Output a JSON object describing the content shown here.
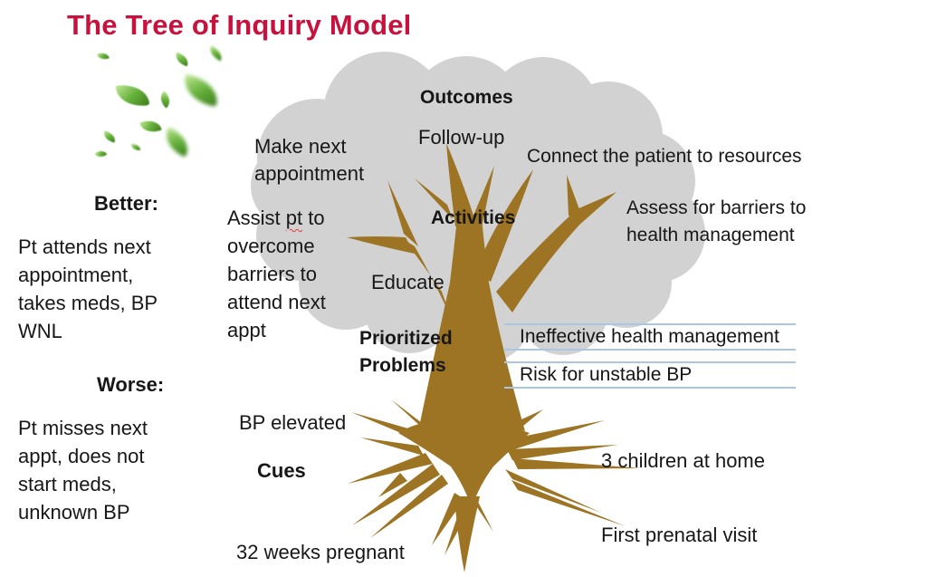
{
  "title": "The Tree of Inquiry Model",
  "colors": {
    "title_accent": "#C8113C",
    "canopy_gray": "#D2D2D2",
    "trunk_brown": "#9C7423",
    "ruled_line_blue": "#A9C7E4",
    "leaf_green": "#66B23C",
    "text": "#171717"
  },
  "side_panel": {
    "better_heading": "Better:",
    "better_lines": [
      "Pt attends next",
      "appointment,",
      "takes meds, BP",
      "WNL"
    ],
    "worse_heading": "Worse:",
    "worse_lines": [
      "Pt misses next",
      "appt, does not",
      "start meds,",
      "unknown BP"
    ]
  },
  "tree": {
    "outcomes_heading": "Outcomes",
    "outcomes_items": {
      "follow_up": "Follow-up",
      "make_next_lines": [
        "Make next",
        "appointment"
      ],
      "connect": "Connect the patient to resources"
    },
    "activities_heading": "Activities",
    "activities_items": {
      "assist_seg_pre": "Assist ",
      "assist_seg_misspelled": "pt",
      "assist_seg_post": " to",
      "assist_rest_lines": [
        "overcome",
        "barriers to",
        "attend next",
        "appt"
      ],
      "educate": "Educate",
      "assess_lines": [
        "Assess for barriers to",
        "health management"
      ]
    },
    "prioritized_heading_lines": [
      "Prioritized",
      "Problems"
    ],
    "prioritized_items": [
      "Ineffective health management",
      "Risk for unstable BP"
    ],
    "cues_heading": "Cues",
    "cues_items": {
      "bp_elevated": "BP elevated",
      "children": "3 children at home",
      "prenatal": "First prenatal visit",
      "weeks": "32 weeks pregnant"
    }
  }
}
